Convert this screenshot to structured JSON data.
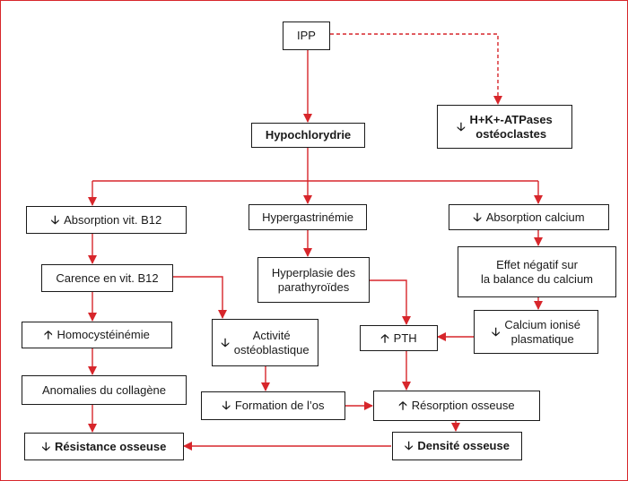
{
  "colors": {
    "edge": "#d7262b",
    "border": "#1a1a1a",
    "text": "#1a1a1a"
  },
  "nodes": {
    "ipp": {
      "label": "IPP"
    },
    "hk_atpases": {
      "arrow": "🡣",
      "label": "H+K+-ATPases\nostéoclastes"
    },
    "hypochlor": {
      "label": "Hypochlorydrie"
    },
    "abs_b12": {
      "arrow": "🡣",
      "label": "Absorption vit. B12"
    },
    "hypergastrin": {
      "label": "Hypergastrinémie"
    },
    "abs_calcium": {
      "arrow": "🡣",
      "label": "Absorption calcium"
    },
    "carence_b12": {
      "label": "Carence en vit. B12"
    },
    "hyperplasie": {
      "label": "Hyperplasie des\nparathyroïdes"
    },
    "effet_negatif": {
      "label": "Effet négatif sur\nla balance du calcium"
    },
    "homocyst": {
      "arrow": "🡡",
      "label": "Homocystéinémie"
    },
    "activite_ost": {
      "arrow": "🡣",
      "label": "Activité\nostéoblastique"
    },
    "pth": {
      "arrow": "🡡",
      "label": "PTH"
    },
    "calcium_ion": {
      "arrow": "🡣",
      "label": "Calcium ionisé\nplasmatique"
    },
    "anomalies": {
      "label": "Anomalies du collagène"
    },
    "formation": {
      "arrow": "🡣",
      "label": "Formation de l’os"
    },
    "resorption": {
      "arrow": "🡡",
      "label": "Résorption osseuse"
    },
    "resistance": {
      "arrow": "🡣",
      "label": "Résistance osseuse"
    },
    "densite": {
      "arrow": "🡣",
      "label": "Densité osseuse"
    }
  }
}
